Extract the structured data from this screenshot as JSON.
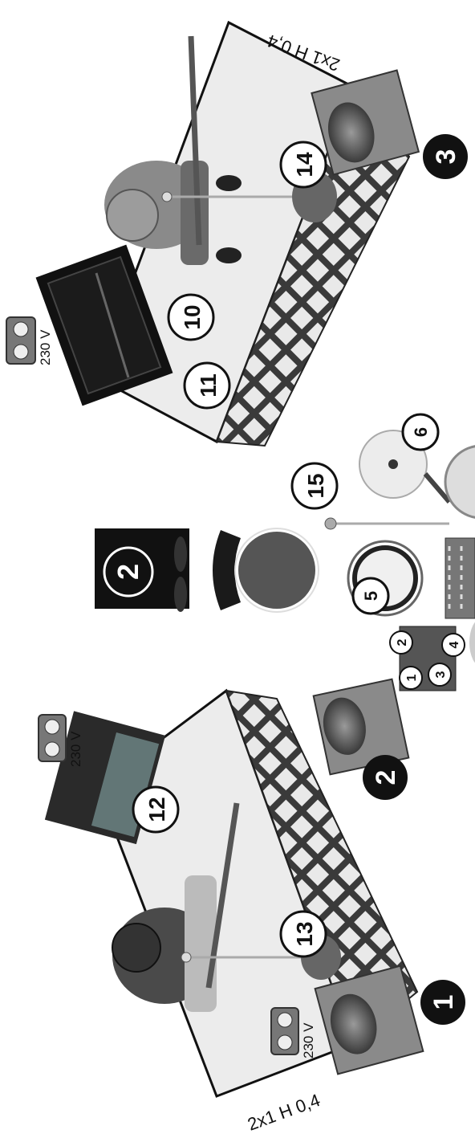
{
  "riser_label": "2x1 H 0,4",
  "voltage": "230 V",
  "monitors": [
    "1",
    "2",
    "3"
  ],
  "channels": {
    "drum_mic_1": "1",
    "drum_mic_2": "2",
    "drum_mic_3": "3",
    "drum_mic_4": "4",
    "snare": "5",
    "cymbal": "6",
    "amp_10": "10",
    "amp_11": "11",
    "amp_12": "12",
    "vocal_13": "13",
    "vocal_14": "14",
    "vocal_15": "15",
    "bass_cab": "2"
  },
  "colors": {
    "floor": "#ededed",
    "edge": "#111",
    "shadow": "#5a5a5a",
    "dark": "#1a1a1a"
  }
}
